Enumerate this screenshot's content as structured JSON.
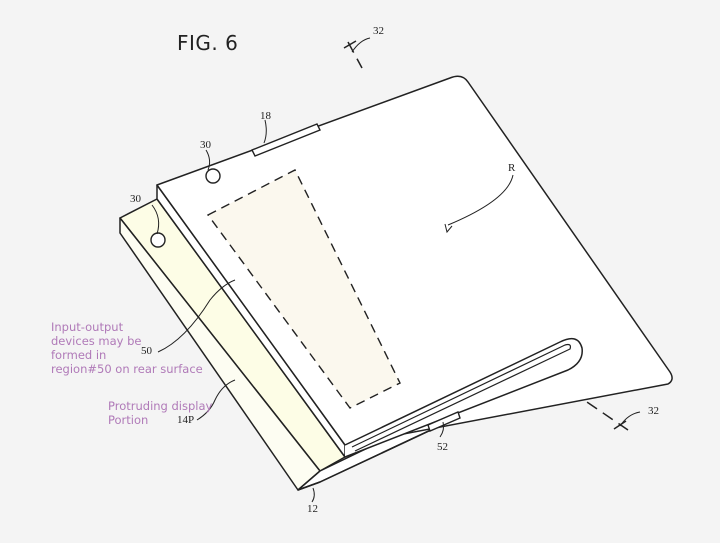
{
  "figure": {
    "title": "FIG. 6",
    "colors": {
      "background": "#f4f4f4",
      "line": "#222222",
      "display_fill": "#fdfde6",
      "region_fill": "#fbf8ee",
      "annotation": "#b07ab8"
    }
  },
  "reference_numerals": {
    "axis_top": "32",
    "axis_bottom": "32",
    "speaker": "18",
    "camera_upper": "30",
    "camera_lower": "30",
    "rear_surface": "R",
    "region": "50",
    "protruding_display": "14P",
    "port": "52",
    "housing": "12"
  },
  "annotations": {
    "io_region": [
      "Input-output",
      "devices may be",
      "formed in",
      "region#50 on rear surface"
    ],
    "protruding": [
      "Protruding display",
      "Portion"
    ]
  }
}
